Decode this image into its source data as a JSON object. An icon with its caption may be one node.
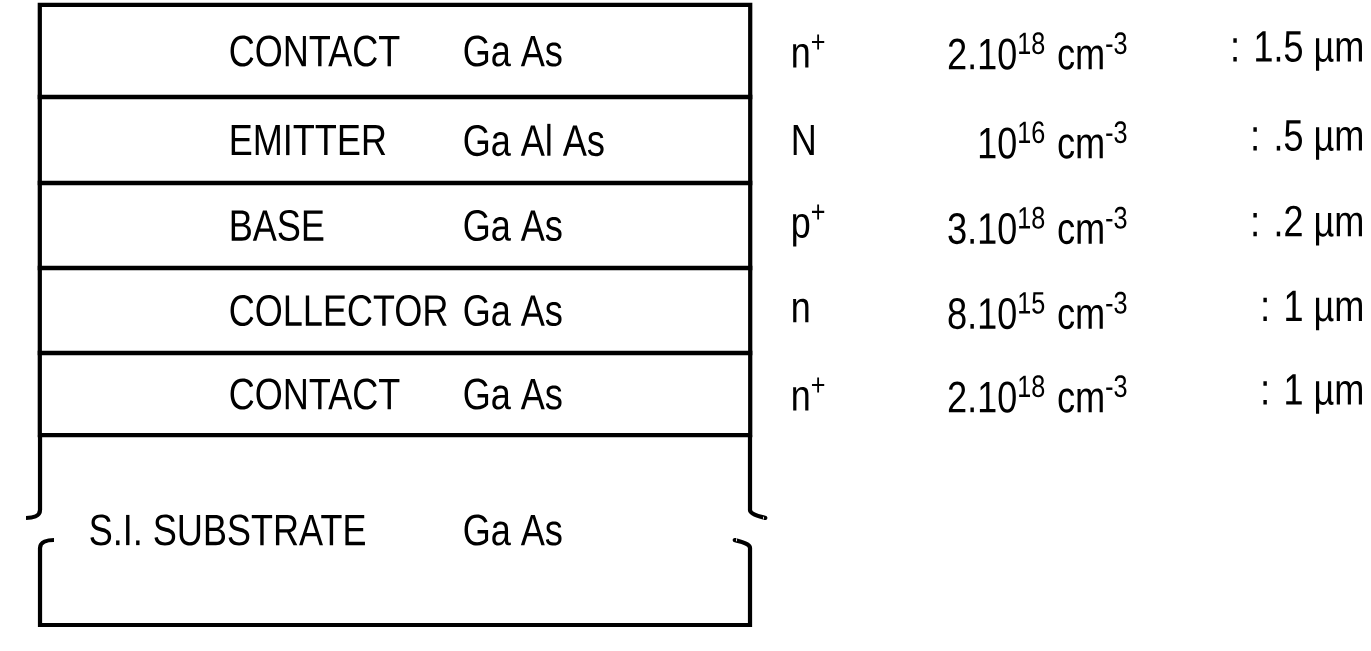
{
  "diagram": {
    "nodes": [
      {
        "text": [
          "CONTACT",
          "Ga As"
        ],
        "beside": [
          "n$^{+}$",
          "2.10$^{18}$ cm$^{-3}$",
          ": 1.5 µm"
        ]
      },
      {
        "text": [
          "EMITTER",
          "Ga Al As"
        ],
        "beside": [
          "N",
          "10$^{16}$ cm$^{-3}$",
          ": .5 µm"
        ]
      },
      {
        "text": [
          "BASE",
          "Ga As"
        ],
        "beside": [
          "p$^{+}$",
          "3.10$^{18}$ cm$^{-3}$",
          ": .2 µm"
        ]
      },
      {
        "text": [
          "COLLECTOR",
          "Ga As"
        ],
        "beside": [
          "n",
          "8.10$^{15}$ cm$^{-3}$",
          ": 1 µm"
        ]
      },
      {
        "text": [
          "CONTACT",
          "Ga As"
        ],
        "beside": [
          "n$^{+}$",
          "2.10$^{18}$ cm$^{-3}$",
          ": 1 µm"
        ]
      },
      {
        "text": [
          "S.I. SUBSTRATE",
          "Ga As"
        ]
      }
    ]
  }
}
